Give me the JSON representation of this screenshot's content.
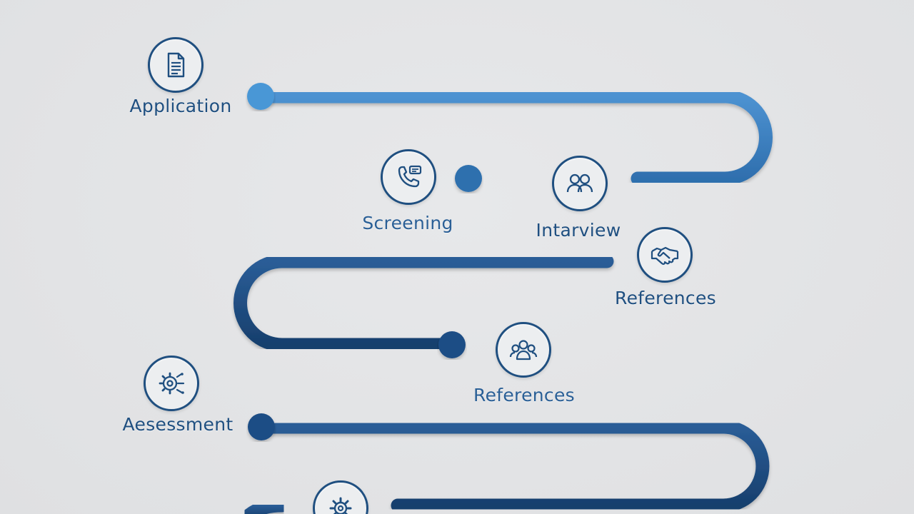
{
  "diagram": {
    "steps": [
      {
        "key": "application",
        "label": "Application",
        "icon": "document-icon"
      },
      {
        "key": "screening",
        "label": "Screening",
        "icon": "phone-chat-icon"
      },
      {
        "key": "interview",
        "label": "Intarview",
        "icon": "people-icon"
      },
      {
        "key": "references-1",
        "label": "References",
        "icon": "handshake-icon"
      },
      {
        "key": "references-2",
        "label": "References",
        "icon": "group-search-icon"
      },
      {
        "key": "assessment",
        "label": "Aesessment",
        "icon": "gear-target-icon"
      },
      {
        "key": "final-step",
        "label": "",
        "icon": "gear-icon"
      }
    ]
  },
  "colors": {
    "background": "#e2e3e5",
    "path_light": "#3b7fc0",
    "path_dark": "#1d4d85",
    "node_light": "#4a97d6",
    "label": "#1f4f80"
  }
}
